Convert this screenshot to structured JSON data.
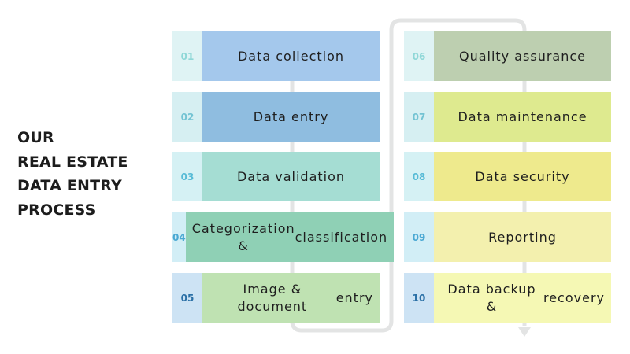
{
  "heading": {
    "line1": "OUR",
    "line2": "REAL ESTATE",
    "line3": "DATA ENTRY",
    "line4": "PROCESS"
  },
  "steps": [
    {
      "num": "01",
      "line1": "Data collection",
      "line2": "",
      "color": "#a4c8ec",
      "num_bg": "#dff3f4",
      "num_color": "#8fd7d7"
    },
    {
      "num": "02",
      "line1": "Data entry",
      "line2": "",
      "color": "#8fbde0",
      "num_bg": "#d6eff2",
      "num_color": "#73c3d3"
    },
    {
      "num": "03",
      "line1": "Data validation",
      "line2": "",
      "color": "#a5ddd3",
      "num_bg": "#d5f1f4",
      "num_color": "#57bbd6"
    },
    {
      "num": "04",
      "line1": "Categorization &",
      "line2": "classification",
      "color": "#8fd0b5",
      "num_bg": "#d2eef6",
      "num_color": "#4aa8d3"
    },
    {
      "num": "05",
      "line1": "Image & document",
      "line2": "entry",
      "color": "#bfe2b2",
      "num_bg": "#cde3f4",
      "num_color": "#2b70a6"
    },
    {
      "num": "06",
      "line1": "Quality assurance",
      "line2": "",
      "color": "#bdcfb0",
      "num_bg": "#dff3f4",
      "num_color": "#8fd7d7"
    },
    {
      "num": "07",
      "line1": "Data maintenance",
      "line2": "",
      "color": "#deea8f",
      "num_bg": "#d6eff2",
      "num_color": "#73c3d3"
    },
    {
      "num": "08",
      "line1": "Data security",
      "line2": "",
      "color": "#eeea8d",
      "num_bg": "#d5f1f4",
      "num_color": "#57bbd6"
    },
    {
      "num": "09",
      "line1": "Reporting",
      "line2": "",
      "color": "#f3f0ae",
      "num_bg": "#d2eef6",
      "num_color": "#4aa8d3"
    },
    {
      "num": "10",
      "line1": "Data backup &",
      "line2": "recovery",
      "color": "#f5f8b4",
      "num_bg": "#cde3f4",
      "num_color": "#2b70a6"
    }
  ],
  "connector_color": "#e3e4e4"
}
